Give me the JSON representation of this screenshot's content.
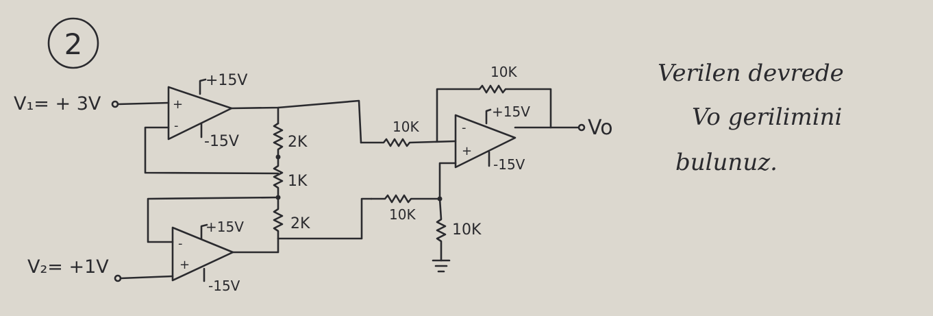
{
  "problem_number": "2",
  "inputs": {
    "v1": "V₁= + 3V",
    "v2": "V₂= +1V"
  },
  "opamp_top": {
    "supply_pos": "+15V",
    "supply_neg": "-15V",
    "plus_sign": "+",
    "minus_sign": "-"
  },
  "opamp_bottom": {
    "supply_pos": "+15V",
    "supply_neg": "-15V",
    "plus_sign": "+",
    "minus_sign": "-"
  },
  "opamp_out": {
    "supply_pos": "+15V",
    "supply_neg": "-15V",
    "plus_sign": "+",
    "minus_sign": "-"
  },
  "resistors": {
    "r_top_2k": "2K",
    "r_mid_1k": "1K",
    "r_bot_2k": "2K",
    "r_in_top": "10K",
    "r_feedback": "10K",
    "r_in_bottom": "10K",
    "r_ground": "10K"
  },
  "output_label": "Vo",
  "note": {
    "line1": "Verilen devrede",
    "line2": "Vo gerilimini",
    "line3": "bulunuz."
  }
}
